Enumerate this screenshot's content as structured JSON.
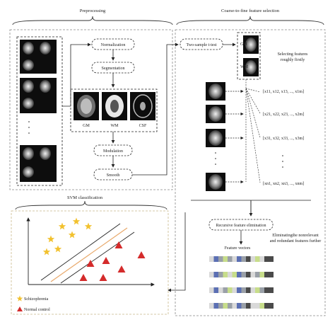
{
  "sections": {
    "preprocessing": "Preprocessing",
    "coarse_to_fine": "Coarse-to-fine feature selection",
    "svm": "SVM classification"
  },
  "pipeline": {
    "normalization": "Normalization",
    "segmentation": "Segmentation",
    "modulation": "Modulation",
    "smooth": "Smooth",
    "ttest": "Two-sample t-test",
    "rfe": "Recursive feature elimination"
  },
  "tissues": [
    "GM",
    "WM",
    "CSF"
  ],
  "ttest_maps": [
    "GM",
    "WM"
  ],
  "annotations": {
    "coarse_line1": "Selecting features",
    "coarse_line2": "roughly firstly",
    "fine_line1": "Eliminatingthe nonrelevant",
    "fine_line2": "and redundant features further",
    "feature_vectors": "Feature vectors"
  },
  "feature_rows": [
    "[x11, x12, x13, ..., x1m]",
    "[x21, x22, x23, ..., x2m]",
    "[x31, x32, x33, ..., x3m]",
    "[xn1, xn2, xn3, ..., xnm]"
  ],
  "legend": {
    "schizophrenia": "Schizophrenia",
    "normal_control": "Normal control"
  },
  "colors": {
    "star": "#f2c12e",
    "triangle": "#d42b2b",
    "margin_line": "#e8a86a",
    "vector_palette": [
      "#d9d9d9",
      "#5b6fb3",
      "#9aa0a8",
      "#c7dd8a",
      "#4a4a4a"
    ]
  }
}
